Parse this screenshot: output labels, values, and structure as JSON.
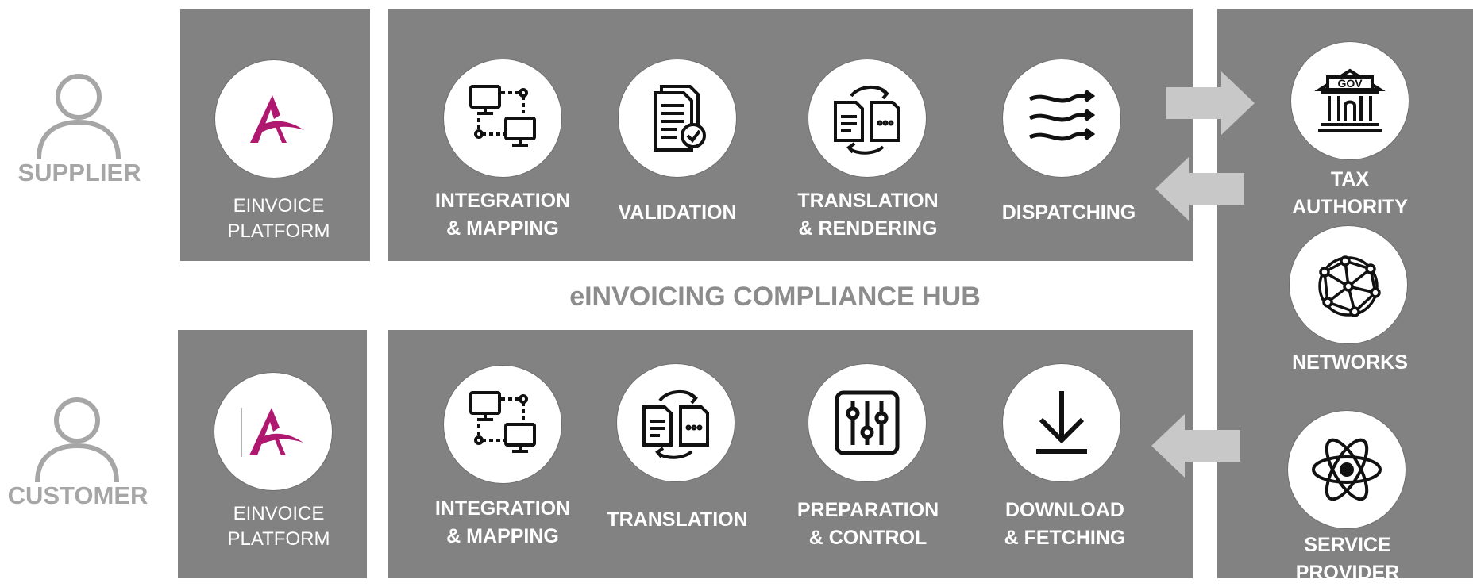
{
  "colors": {
    "panel": "#828282",
    "actor": "#a6a6a6",
    "brand": "#b0176f",
    "arrow": "#c8c8c8"
  },
  "hub_title": "eINVOICING COMPLIANCE HUB",
  "supplier": {
    "actor_label": "SUPPLIER",
    "platform_label": "EINVOICE\nPLATFORM",
    "steps": [
      {
        "label": "INTEGRATION\n& MAPPING",
        "icon": "computers-network-icon"
      },
      {
        "label": "VALIDATION",
        "icon": "document-check-icon"
      },
      {
        "label": "TRANSLATION\n& RENDERING",
        "icon": "document-translate-icon"
      },
      {
        "label": "DISPATCHING",
        "icon": "wind-arrows-icon"
      }
    ]
  },
  "customer": {
    "actor_label": "CUSTOMER",
    "platform_label": "EINVOICE\nPLATFORM",
    "steps": [
      {
        "label": "INTEGRATION\n& MAPPING",
        "icon": "computers-network-icon"
      },
      {
        "label": "TRANSLATION",
        "icon": "document-translate-icon"
      },
      {
        "label": "PREPARATION\n& CONTROL",
        "icon": "sliders-icon"
      },
      {
        "label": "DOWNLOAD\n& FETCHING",
        "icon": "download-icon"
      }
    ]
  },
  "endpoints": [
    {
      "label": "TAX AUTHORITY",
      "icon": "government-building-icon",
      "badge": "GOV"
    },
    {
      "label": "NETWORKS",
      "icon": "globe-network-icon"
    },
    {
      "label": "SERVICE PROVIDER",
      "icon": "atom-icon"
    }
  ]
}
